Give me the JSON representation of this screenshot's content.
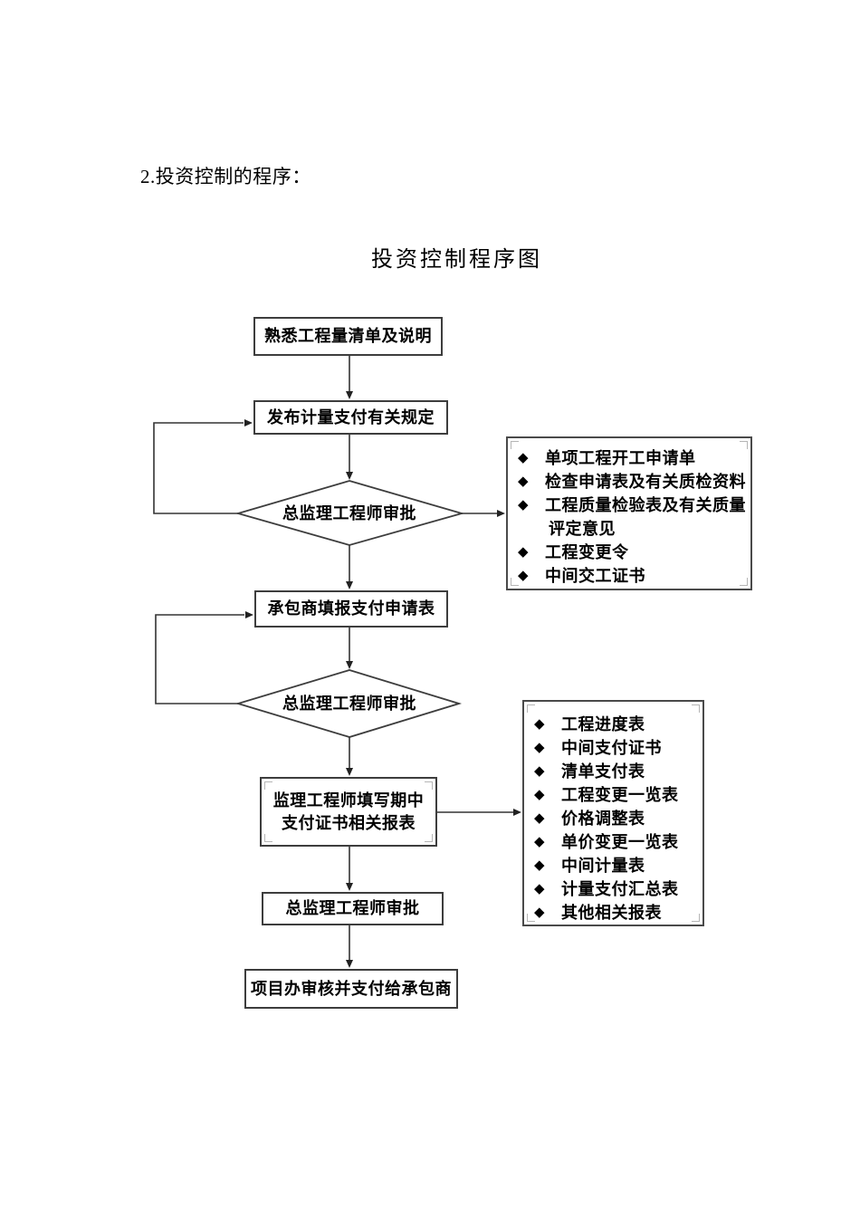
{
  "page": {
    "heading": "2.投资控制的程序：",
    "diagram_title": "投资控制程序图"
  },
  "flowchart": {
    "nodes": {
      "n1": "熟悉工程量清单及说明",
      "n2": "发布计量支付有关规定",
      "d1": "总监理工程师审批",
      "n3": "承包商填报支付申请表",
      "d2": "总监理工程师审批",
      "n4_line1": "监理工程师填写期中",
      "n4_line2": "支付证书相关报表",
      "n5": "总监理工程师审批",
      "n6": "项目办审核并支付给承包商"
    },
    "bullet_glyph": "◆",
    "annex1": {
      "items": [
        {
          "lines": [
            "单项工程开工申请单"
          ]
        },
        {
          "lines": [
            "检查申请表及有关质检资料"
          ]
        },
        {
          "lines": [
            "工程质量检验表及有关质量",
            "评定意见"
          ]
        },
        {
          "lines": [
            "工程变更令"
          ]
        },
        {
          "lines": [
            "中间交工证书"
          ]
        }
      ]
    },
    "annex2": {
      "items": [
        "工程进度表",
        "中间支付证书",
        "清单支付表",
        "工程变更一览表",
        "价格调整表",
        "单价变更一览表",
        "中间计量表",
        "计量支付汇总表",
        "其他相关报表"
      ]
    }
  },
  "colors": {
    "background": "#ffffff",
    "text": "#000000",
    "box_border": "#3d3d3d",
    "connector": "#333333",
    "frame_corner": "#b5b5b5"
  }
}
